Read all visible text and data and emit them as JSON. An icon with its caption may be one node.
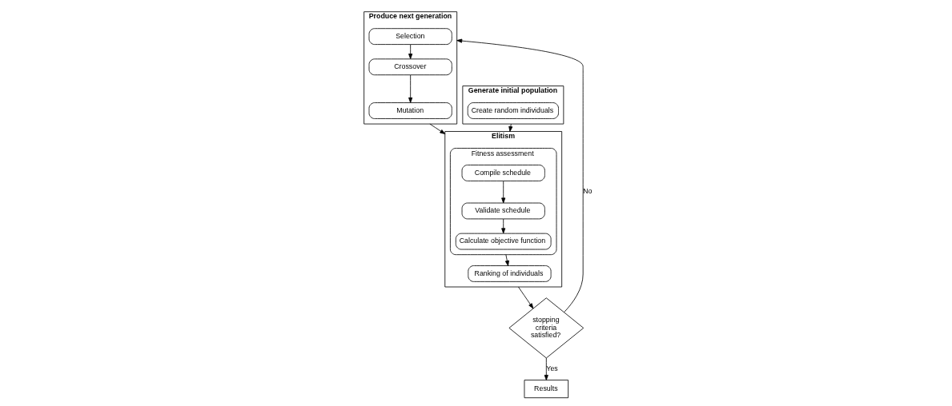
{
  "diagram": {
    "nodes": [
      {
        "text": [
          "Produce next generation"
        ]
      },
      {
        "text": [
          "Selection"
        ],
        "in": 0
      },
      {
        "text": [
          "Crossover"
        ],
        "in": 0
      },
      {
        "text": [
          "Mutation"
        ],
        "in": 0
      },
      {
        "text": [
          "stopping criteria satisfied?"
        ]
      },
      {
        "text": [
          "Results"
        ]
      },
      {
        "text": [
          "Elitism"
        ]
      },
      {
        "text": [
          "Generate initial population"
        ]
      },
      {
        "text": [
          "Create random individuals"
        ],
        "in": 7
      },
      {
        "text": [
          "Fitness assessment"
        ],
        "in": 6
      },
      {
        "text": [
          "Compile schedule"
        ],
        "in": 9
      },
      {
        "text": [
          "Validate schedule"
        ],
        "in": 9
      },
      {
        "text": [
          "Calculate objective function"
        ],
        "in": 9
      },
      {
        "text": [
          "Ranking of individuals"
        ],
        "in": 6
      }
    ],
    "edges": [
      {
        "from": 1,
        "to": 2,
        "arrow": "to"
      },
      {
        "from": 2,
        "to": 3,
        "arrow": "to"
      },
      {
        "from": 10,
        "to": 11,
        "arrow": "to"
      },
      {
        "from": 11,
        "to": 12,
        "arrow": "to"
      },
      {
        "from": 9,
        "to": 13,
        "arrow": "to"
      },
      {
        "from": 7,
        "to": 6,
        "arrow": "to"
      },
      {
        "from": 0,
        "to": 6,
        "arrow": "to"
      },
      {
        "from": 6,
        "to": 4,
        "arrow": "to"
      },
      {
        "from": 4,
        "to": 0,
        "label": "No",
        "arrow": "to"
      },
      {
        "from": 4,
        "to": 5,
        "label": "Yes",
        "arrow": "to"
      }
    ]
  }
}
